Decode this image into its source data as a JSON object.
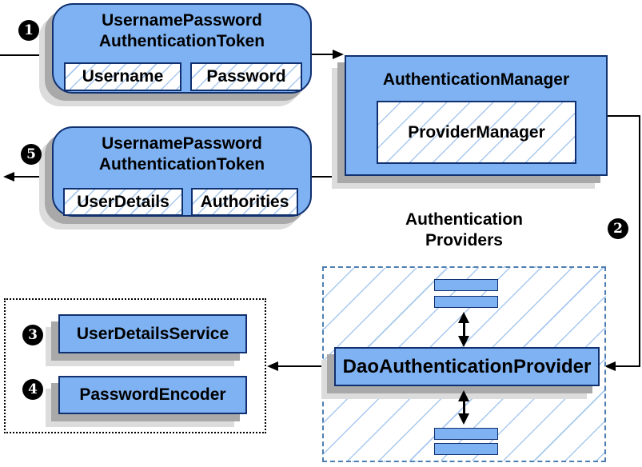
{
  "colors": {
    "node_fill": "#7fb2f2",
    "node_border": "#10306f",
    "hatch_line": "#a8c8ef",
    "shadow_dark": "#a9a9a9",
    "shadow_light": "#dcdcdc",
    "group_border": "#4e7eb0",
    "connector": "#000000"
  },
  "badges": {
    "step1": "1",
    "step2": "2",
    "step3": "3",
    "step4": "4",
    "step5": "5"
  },
  "request_token": {
    "title_line1": "UsernamePassword",
    "title_line2": "AuthenticationToken",
    "field1": "Username",
    "field2": "Password"
  },
  "authentication_manager": {
    "title": "AuthenticationManager",
    "inner_label": "ProviderManager"
  },
  "result_token": {
    "title_line1": "UsernamePassword",
    "title_line2": "AuthenticationToken",
    "field1": "UserDetails",
    "field2": "Authorities"
  },
  "providers_group": {
    "title_line1": "Authentication",
    "title_line2": "Providers",
    "provider_label": "DaoAuthenticationProvider"
  },
  "services": {
    "user_details_service": "UserDetailsService",
    "password_encoder": "PasswordEncoder"
  }
}
